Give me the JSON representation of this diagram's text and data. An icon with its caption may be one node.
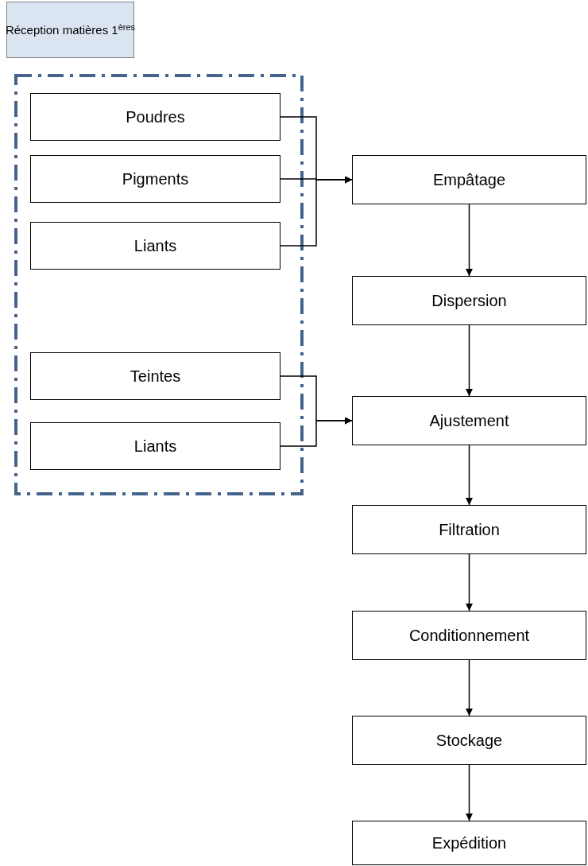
{
  "diagram": {
    "nodes": [
      {
        "text": [
          "Réception matières 1$^{ères}$"
        ]
      },
      {
        "text": [],
        "shape": "box"
      },
      {
        "text": [
          "Poudres"
        ],
        "in": 1
      },
      {
        "text": [
          "Pigments"
        ],
        "in": 1
      },
      {
        "text": [
          "Liants"
        ],
        "in": 1
      },
      {
        "text": [
          "Teintes"
        ],
        "in": 1
      },
      {
        "text": [
          "Liants"
        ],
        "in": 1
      },
      {
        "text": [
          "Empâtage"
        ]
      },
      {
        "text": [
          "Dispersion"
        ]
      },
      {
        "text": [
          "Ajustement"
        ]
      },
      {
        "text": [
          "Filtration"
        ]
      },
      {
        "text": [
          "Conditionnement"
        ]
      },
      {
        "text": [
          "Stockage"
        ]
      },
      {
        "text": [
          "Expédition"
        ]
      }
    ],
    "edges": [
      {
        "from": 2,
        "to": 7,
        "arrow": "to"
      },
      {
        "from": 3,
        "to": 7,
        "arrow": "to"
      },
      {
        "from": 4,
        "to": 7,
        "arrow": "to"
      },
      {
        "from": 5,
        "to": 9,
        "arrow": "to"
      },
      {
        "from": 6,
        "to": 9,
        "arrow": "to"
      },
      {
        "from": 7,
        "to": 8,
        "arrow": "to"
      },
      {
        "from": 8,
        "to": 9,
        "arrow": "to"
      },
      {
        "from": 9,
        "to": 10,
        "arrow": "to"
      },
      {
        "from": 10,
        "to": 11,
        "arrow": "to"
      },
      {
        "from": 11,
        "to": 12,
        "arrow": "to"
      },
      {
        "from": 12,
        "to": 13,
        "arrow": "to"
      }
    ]
  }
}
